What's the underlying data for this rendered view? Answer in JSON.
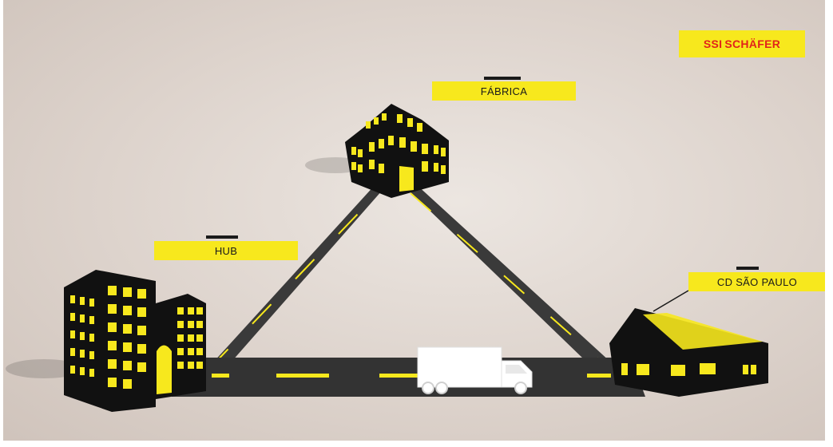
{
  "logo": {
    "text_a": "SSI",
    "text_b": "SCHÄFER",
    "background": "#f7e81d",
    "text_color": "#e2231a"
  },
  "labels": {
    "factory": "FÁBRICA",
    "hub": "HUB",
    "distribution_center": "CD SÃO PAULO"
  },
  "colors": {
    "building": "#111111",
    "window": "#f7e81d",
    "road": "#3a3a3a",
    "road_marking": "#f7e81d",
    "truck": "#ffffff"
  }
}
